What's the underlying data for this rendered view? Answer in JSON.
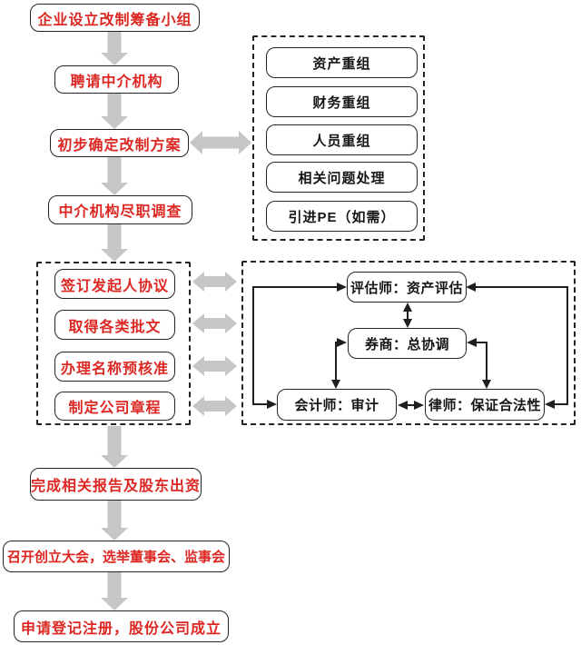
{
  "nodes": {
    "setup_team": "企业设立改制筹备小组",
    "hire_intermediary": "聘请中介机构",
    "draft_plan": "初步确定改制方案",
    "due_diligence": "中介机构尽职调查",
    "complete_reports": "完成相关报告及股东出资",
    "founding_meeting": "召开创立大会，选举董事会、监事会",
    "registration": "申请登记注册，股份公司成立"
  },
  "restructuring_tasks": [
    "资产重组",
    "财务重组",
    "人员重组",
    "相关问题处理",
    "引进PE（如需）"
  ],
  "preparation_tasks": [
    "签订发起人协议",
    "取得各类批文",
    "办理名称预核准",
    "制定公司章程"
  ],
  "intermediaries": {
    "appraiser": "评估师：资产评估",
    "broker": "券商：总协调",
    "accountant": "会计师：审计",
    "lawyer": "律师：保证合法性"
  },
  "colors": {
    "step_text": "#dc2722",
    "task_text": "#161616",
    "flow_arrow": "#c5c6c8",
    "box_border": "#242424"
  }
}
